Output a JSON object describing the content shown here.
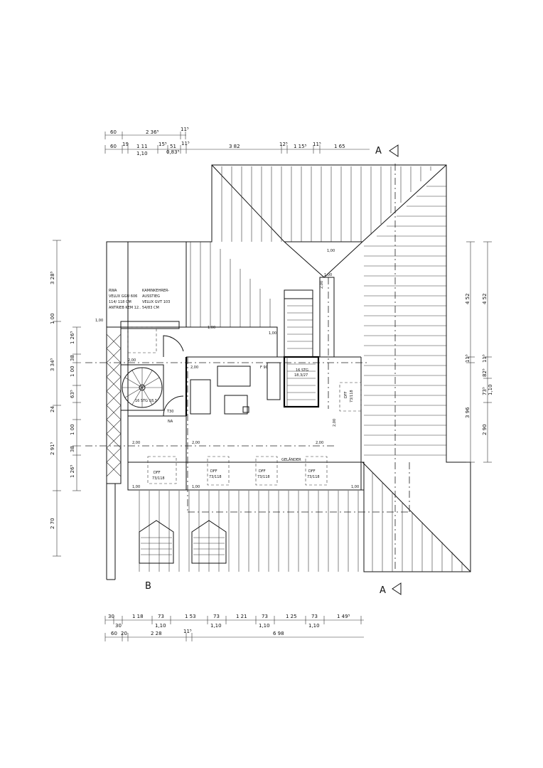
{
  "section_markers": {
    "a_top": "A",
    "a_bottom": "A",
    "b": "B"
  },
  "dims_top_row1": [
    "60",
    "2 36⁵",
    "11⁵"
  ],
  "dims_top_row2": [
    "60",
    "19",
    "1 11",
    "1,10",
    "15⁵",
    "51",
    "0,83⁵",
    "11⁵",
    "3 82",
    "12⁵",
    "1 15⁵",
    "11⁵",
    "1 65"
  ],
  "dims_bottom_row1": [
    "30",
    "30",
    "1 18",
    "73",
    "1,10",
    "1 53",
    "73",
    "1,10",
    "1 21",
    "73",
    "1,10",
    "1 25",
    "73",
    "1,10",
    "1 49⁵"
  ],
  "dims_bottom_row2": [
    "60",
    "20",
    "2 28",
    "11⁵",
    "6 98"
  ],
  "dims_left": [
    "3 28⁵",
    "1 00",
    "1 26⁵",
    "3 34⁵",
    "38",
    "1 00",
    "63⁵",
    "24",
    "2 91⁵",
    "1 00",
    "38",
    "1 26⁵",
    "2 70"
  ],
  "dims_right_outer": [
    "4 52",
    "11⁵",
    "3 96",
    "11⁵",
    "2 90"
  ],
  "dims_right_inner": [
    "4 52",
    "82⁵",
    "1,10",
    "73⁵"
  ],
  "notes": {
    "rwa_lines": [
      "RWA",
      "VELUX GGU 606",
      "114/ 118 CM",
      "ANTRIEB KEM 12.."
    ],
    "kamin_lines": [
      "KAMINKEHRER-",
      "AUSSTIEG",
      "VELUX GVT 103",
      "54/83 CM"
    ],
    "stair_label": [
      "16 STG",
      "18,3/27"
    ],
    "spiral_label": "16 STG 18,3",
    "gelander": "GELÄNDER",
    "f90": "F 90",
    "na": "NA",
    "t30": "T30"
  },
  "heights": [
    "1,00",
    "1,00",
    "1,00",
    "2,00",
    "2,00",
    "2,00",
    "2,00",
    "2,00",
    "1,00",
    "1,00",
    "1,00",
    "2,00",
    "1,00",
    "2,00",
    "1,00"
  ],
  "windows": [
    {
      "label": "DFF",
      "size": "73/118"
    },
    {
      "label": "DFF",
      "size": "73/118"
    },
    {
      "label": "DFF",
      "size": "73/118"
    },
    {
      "label": "DFF",
      "size": "73/118"
    },
    {
      "label": "DFF",
      "size": "73/118"
    }
  ]
}
